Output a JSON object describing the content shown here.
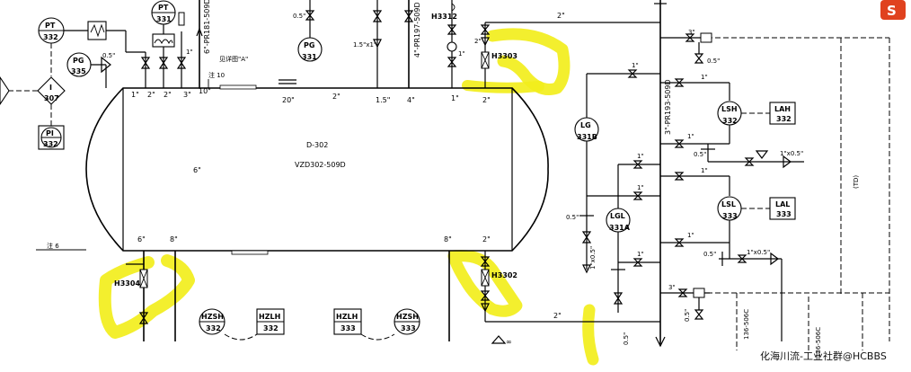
{
  "vessel": {
    "tag": "D-302",
    "line": "VZD302-509D"
  },
  "notes": {
    "detail": "见详图\"A\"",
    "note10": "注 10",
    "note6": "注 6"
  },
  "sizes": {
    "s2": "2\"",
    "s1": "1\"",
    "s3": "3\"",
    "s6": "6\"",
    "s8": "8\"",
    "s10": "10\"",
    "s20": "20\"",
    "s4": "4\"",
    "s15": "1.5\"",
    "s05": "0.5\"",
    "s15x1": "1.5\"x1\"",
    "s1x05": "1\"x0.5\"",
    "s1x05b": "1\"x0.5\""
  },
  "lines": {
    "l6pr": "6\"-PR181-509D",
    "l4pr": "4\"-PR197-509D",
    "l3pr": "3\"-PR193-509D",
    "l136a": "136-506C",
    "l136b": "136-506C"
  },
  "instruments": {
    "pt332": {
      "top": "PT",
      "bottom": "332"
    },
    "pt331": {
      "top": "PT",
      "bottom": "331"
    },
    "pg335": {
      "top": "PG",
      "bottom": "335"
    },
    "pg331": {
      "top": "PG",
      "bottom": "331"
    },
    "i307": {
      "top": "I",
      "bottom": "307"
    },
    "pi332": {
      "top": "PI",
      "bottom": "332"
    },
    "lg331b": {
      "top": "LG",
      "bottom": "331B"
    },
    "lgl331a": {
      "top": "LGL",
      "bottom": "331A"
    },
    "lsh332": {
      "top": "LSH",
      "bottom": "332"
    },
    "lah332": {
      "top": "LAH",
      "bottom": "332"
    },
    "lsl333": {
      "top": "LSL",
      "bottom": "333"
    },
    "lal333": {
      "top": "LAL",
      "bottom": "333"
    },
    "hzsh332": {
      "top": "HZSH",
      "bottom": "332"
    },
    "hzlh332": {
      "top": "HZLH",
      "bottom": "332"
    },
    "hzlh333": {
      "top": "HZLH",
      "bottom": "333"
    },
    "hzsh333": {
      "top": "HZSH",
      "bottom": "333"
    }
  },
  "hoses": {
    "h3312": "H3312",
    "h3303": "H3303",
    "h3304": "H3304",
    "h3302": "H3302"
  },
  "misc": {
    "td": "(TD)",
    "infinity": "∞"
  },
  "watermark": {
    "brand_icon": "S",
    "text": "化海川流-工业社群@HCBBS"
  },
  "colors": {
    "highlight": "#f2ee1c",
    "watermark_red": "#e0421f"
  }
}
